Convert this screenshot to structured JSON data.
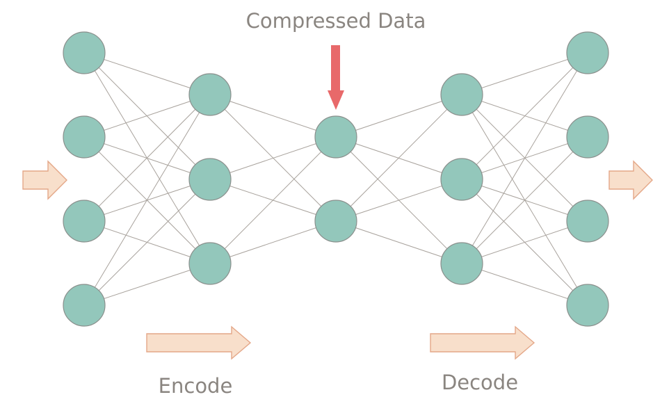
{
  "labels": {
    "compressed": "Compressed Data",
    "encode": "Encode",
    "decode": "Decode"
  },
  "colors": {
    "node_fill": "#93c7bb",
    "edge": "#a8a29c",
    "flow_arrow_fill": "#f8dfcb",
    "compressed_arrow": "#e8696a",
    "text": "#8a8580"
  },
  "network": {
    "layers": [
      {
        "nodes": 4
      },
      {
        "nodes": 3
      },
      {
        "nodes": 2
      },
      {
        "nodes": 3
      },
      {
        "nodes": 4
      }
    ],
    "fully_connected": true
  }
}
